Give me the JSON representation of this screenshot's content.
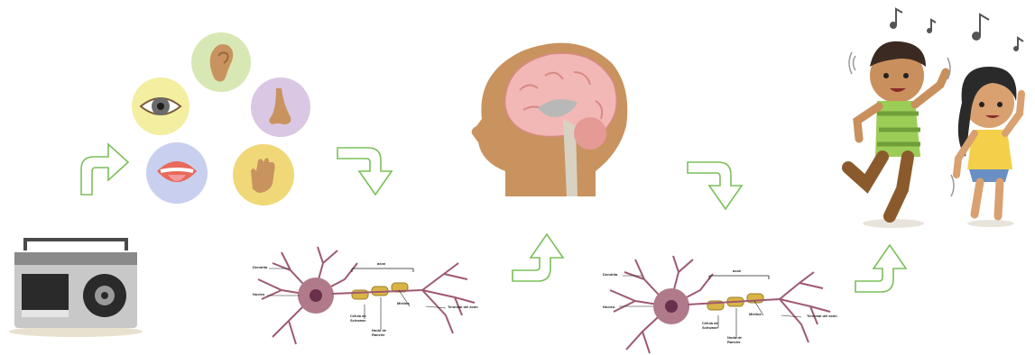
{
  "colors": {
    "arrow_stroke": "#7cbf5a",
    "neuron": "#9e5a6e",
    "myelin": "#d8b446",
    "skin": "#c9935f",
    "brain": "#f2b8b5"
  },
  "icons": {
    "radio": "boombox-icon",
    "senses": [
      "eye-icon",
      "ear-icon",
      "nose-icon",
      "mouth-icon",
      "hand-icon"
    ],
    "brain": "brain-head-icon",
    "dancers": "dancing-kids-icon",
    "notes": "music-note-icon"
  },
  "neuron1": {
    "dendrites": "Dendrita",
    "nucleus": "Núcleo",
    "axon": "axón",
    "schwann": "Célula de Schwann",
    "ranvier": "Nodo de Ranvier",
    "myelin": "Mielina",
    "terminal": "Terminal del axón"
  },
  "neuron2": {
    "dendrites": "Dendrita",
    "nucleus": "Núcleo",
    "axon": "axón",
    "schwann": "Célula de Schwann",
    "ranvier": "Nodo de Ranvier",
    "myelin": "Mielina",
    "terminal": "Terminal del axón"
  }
}
